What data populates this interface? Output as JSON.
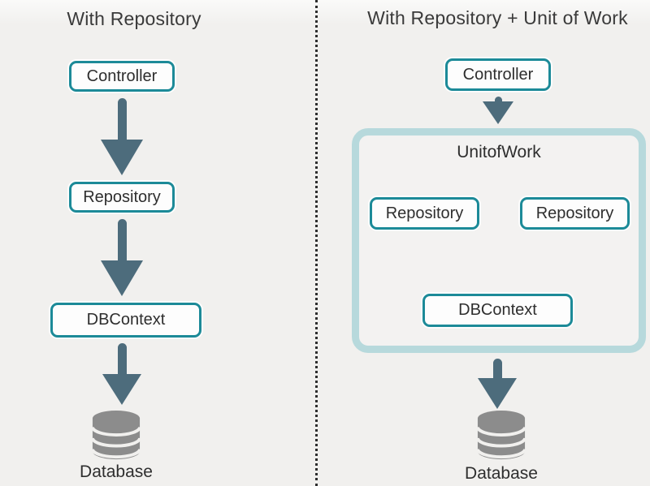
{
  "diagram": {
    "left_panel": {
      "title": "With Repository",
      "controller_label": "Controller",
      "repository_label": "Repository",
      "dbcontext_label": "DBContext",
      "database_label": "Database"
    },
    "right_panel": {
      "title": "With Repository + Unit of Work",
      "controller_label": "Controller",
      "unit_of_work_label": "UnitofWork",
      "repository1_label": "Repository",
      "repository2_label": "Repository",
      "dbcontext_label": "DBContext",
      "database_label": "Database"
    },
    "colors": {
      "background": "#f1f0ee",
      "node_border": "#1c8a98",
      "node_fill": "#fdfdfd",
      "arrow": "#4d6c7c",
      "unit_of_work_border": "#b7d9dc",
      "unit_of_work_fill": "#f3f2f1",
      "database_icon": "#8c8c8c",
      "text": "#333333",
      "divider_dots": "#2e2e2e"
    }
  }
}
